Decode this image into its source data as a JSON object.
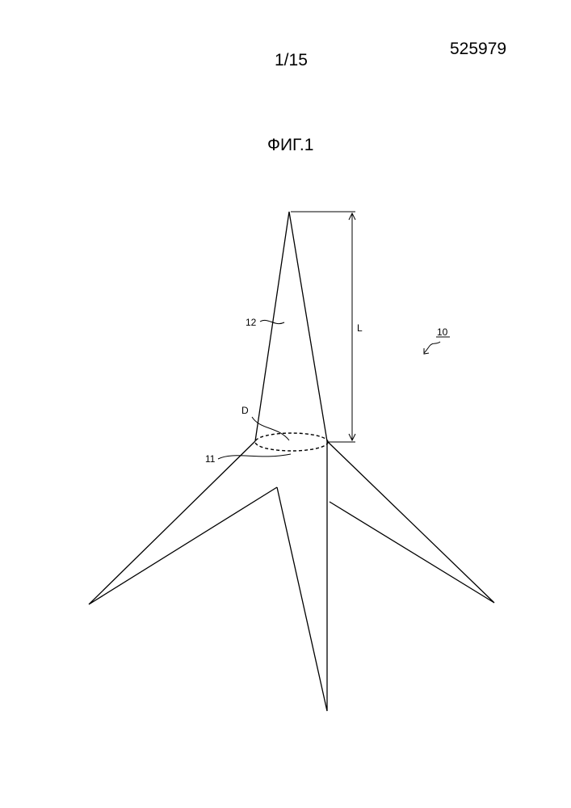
{
  "header": {
    "page_number": "1/15",
    "document_number": "525979"
  },
  "figure": {
    "title": "ФИГ.1",
    "labels": {
      "ref_10": "10",
      "ref_11": "11",
      "ref_12": "12",
      "dim_L": "L",
      "dim_D": "D"
    }
  }
}
